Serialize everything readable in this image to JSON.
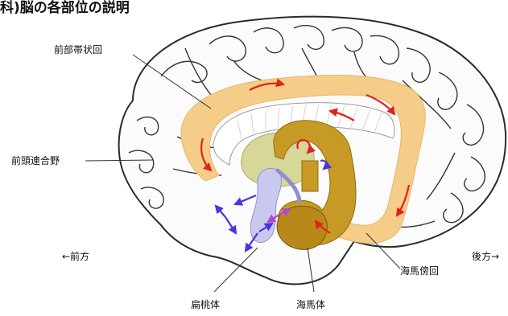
{
  "title": "科)脳の各部位の説明",
  "labels": {
    "anterior_cingulate": "前部帯状回",
    "prefrontal": "前頭連合野",
    "anterior": "←前方",
    "posterior": "後方→",
    "parahippocampal": "海馬傍回",
    "amygdala": "扁桃体",
    "hippocampus": "海馬体"
  },
  "colors": {
    "cortex_outline": "#2a2a2a",
    "cingulate_orange": "#f6cd88",
    "hippocampus_gold": "#c69a24",
    "thalamus_green": "#d7d79a",
    "amygdala_lavender": "#c9c9f0",
    "arrow_red": "#e0231b",
    "arrow_blue": "#4a33e0",
    "arrow_magenta": "#b548c8"
  }
}
